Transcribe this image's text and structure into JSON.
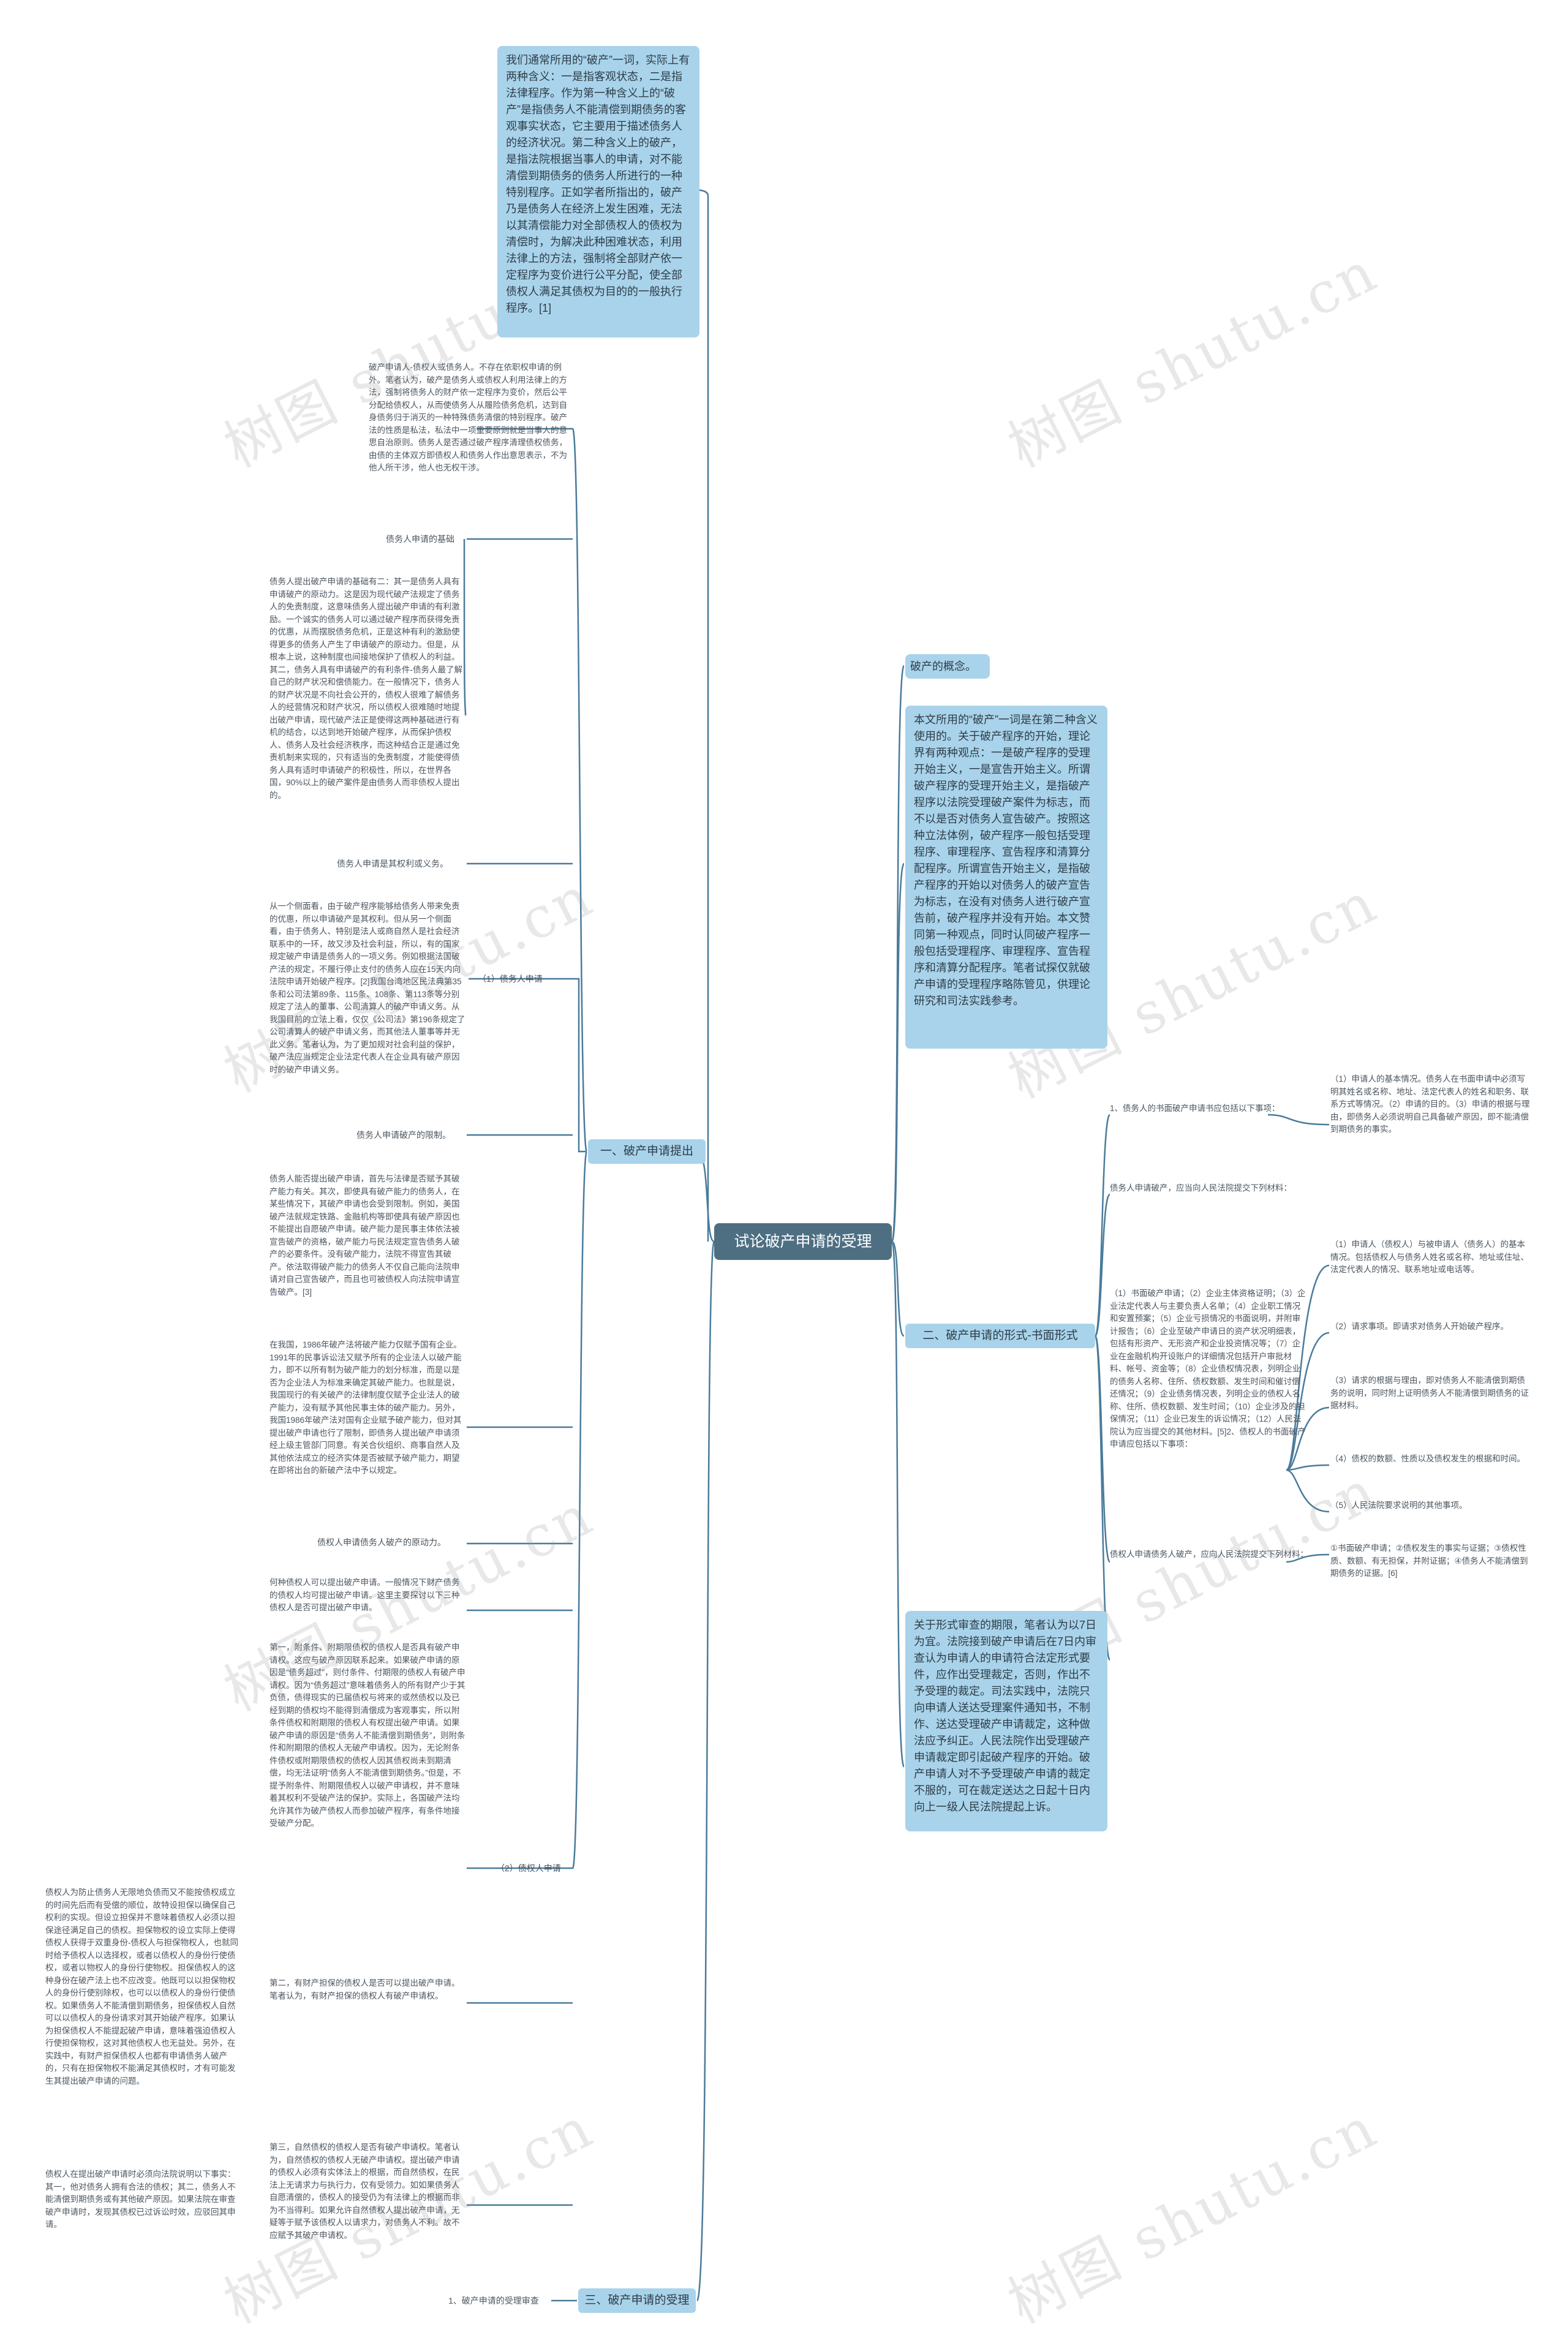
{
  "root": {
    "title": "试论破产申请的受理"
  },
  "watermark": "树图 shutu.cn",
  "branches": {
    "b1": "一、破产申请提出",
    "b2": "二、破产申请的形式-书面形式",
    "b3": "三、破产申请的受理"
  },
  "right_boxes": {
    "concept_label": "破产的概念。",
    "intro": "本文所用的“破产”一词是在第二种含义使用的。关于破产程序的开始，理论界有两种观点：一是破产程序的受理开始主义，一是宣告开始主义。所谓破产程序的受理开始主义，是指破产程序以法院受理破产案件为标志，而不以是否对债务人宣告破产。按照这种立法体例，破产程序一般包括受理程序、审理程序、宣告程序和清算分配程序。所谓宣告开始主义，是指破产程序的开始以对债务人的破产宣告为标志，在没有对债务人进行破产宣告前，破产程序并没有开始。本文赞同第一种观点，同时认同破产程序一般包括受理程序、审理程序、宣告程序和清算分配程序。笔者试探仅就破产申请的受理程序略陈管见，供理论研究和司法实践参考。",
    "review": "关于形式审查的期限，笔者认为以7日为宜。法院接到破产申请后在7日内审查认为申请人的申请符合法定形式要件，应作出受理裁定，否则，作出不予受理的裁定。司法实践中，法院只向申请人送达受理案件通知书，不制作、送达受理破产申请裁定，这种做法应予纠正。人民法院作出受理破产申请裁定即引起破产程序的开始。破产申请人对不予受理破产申请的裁定不服的，可在裁定送达之日起十日内向上一级人民法院提起上诉。"
  },
  "top_box": "我们通常所用的“破产”一词，实际上有两种含义：一是指客观状态，二是指法律程序。作为第一种含义上的“破产”是指债务人不能清偿到期债务的客观事实状态，它主要用于描述债务人的经济状况。第二种含义上的破产，是指法院根据当事人的申请，对不能清偿到期债务的债务人所进行的一种特别程序。正如学者所指出的，破产乃是债务人在经济上发生困难，无法以其清偿能力对全部债权人的债权为清偿时，为解决此种困难状态，利用法律上的方法，强制将全部财产依一定程序为变价进行公平分配，使全部债权人满足其债权为目的的一般执行程序。[1]",
  "left_tree": {
    "intro_text": "破产申请人-债权人或债务人。不存在依职权申请的例外。笔者认为，破产是债务人或债权人利用法律上的方法，强制将债务人的财产依一定程序为变价，然后公平分配给债权人，从而使债务人从履险债务危机，达到自身债务归于消灭的一种特殊债务清偿的特别程序。破产法的性质是私法，私法中一项重要原则就是当事人的意思自治原则。债务人是否通过破产程序清理债权债务，由债的主体双方即债权人和债务人作出意思表示，不为他人所干涉，他人也无权干涉。",
    "debtor_basis_label": "债务人申请的基础",
    "debtor_basis_text": "债务人提出破产申请的基础有二：其一是债务人具有申请破产的原动力。这是因为现代破产法规定了债务人的免责制度，这意味债务人提出破产申请的有利激励。一个诚实的债务人可以通过破产程序而获得免责的优惠，从而摆脱债务危机，正是这种有利的激励使得更多的债务人产生了申请破产的原动力。但是，从根本上说，这种制度也间接地保护了债权人的利益。其二，债务人具有申请破产的有利条件-债务人最了解自己的财产状况和偿债能力。在一般情况下，债务人的财产状况是不向社会公开的，债权人很难了解债务人的经营情况和财产状况，所以债权人很难随时地提出破产申请，现代破产法正是使得这两种基础进行有机的结合，以达到地开始破产程序，从而保护债权人、债务人及社会经济秩序，而这种结合正是通过免责机制来实现的，只有适当的免责制度，才能使得债务人具有适时申请破产的积极性，所以，在世界各国，90%以上的破产案件是由债务人而非债权人提出的。",
    "right_label": "债务人申请是其权利或义务。",
    "right_text": "从一个侧面看，由于破产程序能够给债务人带来免责的优惠，所以申请破产是其权利。但从另一个侧面看，由于债务人、特别是法人或商自然人是社会经济联系中的一环，故又涉及社会利益，所以，有的国家规定破产申请是债务人的一项义务。例如根据法国破产法的规定，不履行停止支付的债务人应在15天内向法院申请开始破产程序。[2]我国台湾地区民法典第35条和公司法第89条、115条、108条、第113条等分别规定了法人的董事、公司清算人的破产申请义务。从我国目前的立法上看，仅仅《公司法》第196条规定了公司清算人的破产申请义务，而其他法人董事等并无此义务。笔者认为，为了更加规对社会利益的保护，破产法应当规定企业法定代表人在企业具有破产原因时的破产申请义务。",
    "limit_label": "债务人申请破产的限制。",
    "limit_text": "债务人能否提出破产申请，首先与法律是否赋予其破产能力有关。其次，即使具有破产能力的债务人，在某些情况下，其破产申请也会受到限制。例如，美国破产法就规定铁路、金融机构等即使具有破产原因也不能提出自愿破产申请。破产能力是民事主体依法被宣告破产的资格，破产能力与民法规定宣告债务人破产的必要条件。没有破产能力，法院不得宣告其破产。依法取得破产能力的债务人不仅自己能向法院申请对自己宣告破产，而且也可被债权人向法院申请宣告破产。[3]",
    "history_text": "在我国，1986年破产法将破产能力仅赋予国有企业。1991年的民事诉讼法又赋予所有的企业法人以破产能力，即不以所有制为破产能力的划分标准，而是以是否为企业法人为标准来确定其破产能力。也就是说，我国现行的有关破产的法律制度仅赋予企业法人的破产能力，没有赋予其他民事主体的破产能力。另外，我国1986年破产法对国有企业赋予破产能力，但对其提出破产申请也行了限制，即债务人提出破产申请须经上级主管部门同意。有关合伙组织、商事自然人及其他依法成立的经济实体是否被赋予破产能力，期望在即将出台的新破产法中予以规定。",
    "debtor_group_label": "（1）债务人申请",
    "creditor_motive_label": "债权人申请债务人破产的原动力。",
    "creditor_motive_text": "何种债权人可以提出破产申请。一般情况下财产债务的债权人均可提出破产申请。这里主要探讨以下三种债权人是否可提出破产申请。",
    "first_text": "第一，附条件、附期限债权的债权人是否具有破产申请权。这应与破产原因联系起来。如果破产申请的原因是“债务超过”，则付条件、付期限的债权人有破产申请权。因为“债务超过”意味着债务人的所有财产少于其负债，债得现实的已届债权与将来的或然债权以及已经到期的债权均不能得到清偿成为客观事实，所以附条件债权和附期限的债权人有权提出破产申请。如果破产申请的原因是“债务人不能清偿到期债务”，则附条件和附期限的债权人无破产申请权。因为，无论附条件债权或附期限债权的债权人因其债权尚未到期清偿，均无法证明“债务人不能清偿到期债务。”但是，不提予附条件、附期限债权人以破产申请权，并不意味着其权利不受破产法的保护。实际上，各国破产法均允许其作为破产债权人而参加破产程序，有条件地接受破产分配。",
    "creditor_group_label": "（2）债权人申请",
    "second_text": "第二，有财产担保的债权人是否可以提出破产申请。笔者认为，有财产担保的债权人有破产申请权。",
    "second_detail": "债权人为防止债务人无限地负债而又不能按债权成立的时间先后而有受偿的顺位，故特设担保以确保自己权利的实现。但设立担保并不意味着债权人必须以担保途径满足自己的债权。担保物权的设立实际上使得债权人获得于双重身份-债权人与担保物权人，也就同时给予债权人以选择权，或者以债权人的身份行使债权，或者以物权人的身份行使物权。担保债权人的这种身份在破产法上也不应改变。他既可以以担保物权人的身份行使别除权，也可以以债权人的身份行使债权。如果债务人不能清偿到期债务，担保债权人自然可以以债权人的身份请求对其开始破产程序。如果认为担保债权人不能提起破产申请，意味着强迫债权人行使担保物权，这对其他债权人也无益处。另外，在实践中，有财产担保债权人也都有申请债务人破产的，只有在担保物权不能满足其债权时，才有可能发生其提出破产申请的问题。",
    "third_text": "第三，自然债权的债权人是否有破产申请权。笔者认为，自然债权的债权人无破产申请权。提出破产申请的债权人必须有实体法上的根据，而自然债权，在民法上无请求力与执行力，仅有受领力。如如果债务人自愿清偿的，债权人的接受仍为有法律上的根据而非为不当得利。如果允许自然债权人提出破产申请，无疑等于赋予该债权人以请求力，对债务人不利。故不应赋予其破产申请权。",
    "creditor_limit_text": "债权人在提出破产申请时必须向法院说明以下事实：其一，他对债务人拥有合法的债权；其二，债务人不能清偿到期债务或有其他破产原因。如果法院在审查破产申请时，发现其债权已过诉讼时效，应驳回其申请。",
    "accept_label": "1、破产申请的受理审查"
  },
  "right_tree": {
    "written_1_label": "1、债务人的书面破产申请书应包括以下事项：",
    "written_1_detail": "（1）申请人的基本情况。债务人在书面申请中必须写明其姓名或名称、地址、法定代表人的姓名和职务、联系方式等情况。（2）申请的目的。（3）申请的根据与理由，即债务人必须说明自己具备破产原因，即不能清偿到期债务的事实。",
    "docs_label": "债务人申请破产，应当向人民法院提交下列材料：",
    "docs_list": "（1）书面破产申请；（2）企业主体资格证明；（3）企业法定代表人与主要负责人名单；（4）企业职工情况和安置预案；（5）企业亏损情况的书面说明，并附审计报告；（6）企业至破产申请日的资产状况明细表，包括有形资产、无形资产和企业投资情况等；（7）企业在金融机构开设账户的详细情况包括开户审批材料、帐号、资金等；（8）企业债权情况表，列明企业的债务人名称、住所、债权数额、发生时间和催讨偿还情况；（9）企业债务情况表，列明企业的债权人名称、住所、债权数额、发生时间；（10）企业涉及的担保情况；（11）企业已发生的诉讼情况；（12）人民法院认为应当提交的其他材料。[5]2、债权人的书面破产申请应包括以下事项：",
    "c1": "（1）申请人（债权人）与被申请人（债务人）的基本情况。包括债权人与债务人姓名或名称、地址或住址、法定代表人的情况、联系地址或电话等。",
    "c2": "（2）请求事项。即请求对债务人开始破产程序。",
    "c3": "（3）请求的根据与理由，即对债务人不能清偿到期债务的说明，同时附上证明债务人不能清偿到期债务的证据材料。",
    "c4": "（4）债权的数额、性质以及债权发生的根据和时间。",
    "c5": "（5）人民法院要求说明的其他事项。",
    "creditor_docs_label": "债权人申请债务人破产，应向人民法院提交下列材料：",
    "creditor_docs_detail": "①书面破产申请；②债权发生的事实与证据；③债权性质、数额、有无担保，并附证据；④债务人不能清偿到期债务的证据。[6]"
  }
}
